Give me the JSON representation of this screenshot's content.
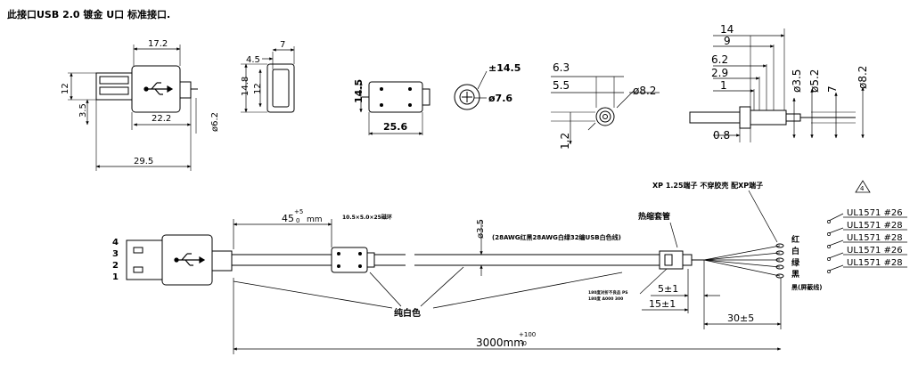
{
  "title": "此接口USB 2.0 镀金 U口 标准接口.",
  "top_views": {
    "plug_side": {
      "dim_width": "17.2",
      "dim_height": "12",
      "dim_offset": "3.5",
      "dim_body": "22.2",
      "dim_dia": "ø6.2",
      "dim_total": "29.5"
    },
    "plug_end": {
      "dim_a": "4.5",
      "dim_b": "7",
      "dim_outer": "14.8",
      "dim_inner": "12"
    },
    "ferrite_side": {
      "dim_height": "14.5",
      "dim_length": "25.6"
    },
    "ferrite_end": {
      "dim_outer": "±14.5",
      "dim_inner": "ø7.6"
    },
    "cable_section": {
      "dim_a": "6.3",
      "dim_b": "5.5",
      "dim_c": "1.2",
      "dim_dia": "ø8.2"
    },
    "terminal": {
      "dims": [
        "14",
        "9",
        "6.2",
        "2.9",
        "1"
      ],
      "dim_bottom": "0.8",
      "dia_a": "ø3.5",
      "dia_b": "ø5.2",
      "dia_c": "7",
      "dia_d": "ø8.2"
    }
  },
  "assembly": {
    "pins": [
      "4",
      "3",
      "2",
      "1"
    ],
    "dim_45_main": "45",
    "dim_45_tol": "+5",
    "dim_45_tol2": "0",
    "dim_45_unit": "mm",
    "ferrite_note": "10.5×5.0×25磁环",
    "cable_dia": "ø3.5",
    "cable_spec": "(28AWG红黑28AWG白绿32编USB白色线)",
    "heatshrink": "热缩套管",
    "connector_note": "XP 1.25端子 不穿胶壳 配XP端子",
    "small_note_1": "180度对折不良品 PS",
    "small_note_2": "180度 A000 300",
    "color_note": "纯白色",
    "dim_5": "5±1",
    "dim_15": "15±1",
    "dim_30": "30±5",
    "dim_3000": "3000mm",
    "dim_3000_tol_up": "+100",
    "dim_3000_tol_dn": "-0",
    "wire_labels": [
      "红",
      "白",
      "绿",
      "黑",
      "黑(屏蔽线)"
    ],
    "ul_labels": [
      "UL1571 #26",
      "UL1571 #28",
      "UL1571 #28",
      "UL1571 #26",
      "UL1571 #28"
    ],
    "revision": "4"
  }
}
